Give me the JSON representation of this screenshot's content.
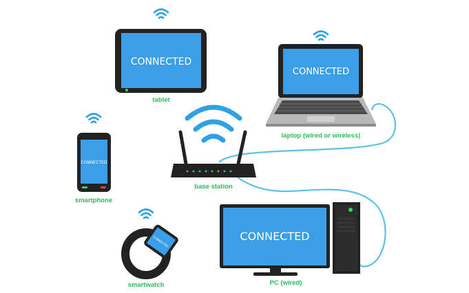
{
  "colors": {
    "screen": "#3a9fe8",
    "wifi": "#2f9fe6",
    "cable": "#5cc0e8",
    "label": "#2dbd5a",
    "device_dark": "#222222"
  },
  "devices": {
    "tablet": {
      "label": "tablet",
      "screen_text": "CONNECTED"
    },
    "laptop": {
      "label": "laptop (wired or wireless)",
      "screen_text": "CONNECTED"
    },
    "smartphone": {
      "label": "smartphone",
      "screen_text": "CONNECTED"
    },
    "base_station": {
      "label": "base station"
    },
    "smartwatch": {
      "label": "smartwatch",
      "screen_text": "CONNECTED"
    },
    "pc": {
      "label": "PC (wired)",
      "screen_text": "CONNECTED"
    }
  },
  "icons": [
    "wifi-icon",
    "router-icon",
    "tablet-icon",
    "laptop-icon",
    "smartphone-icon",
    "smartwatch-icon",
    "monitor-icon",
    "pc-tower-icon"
  ]
}
